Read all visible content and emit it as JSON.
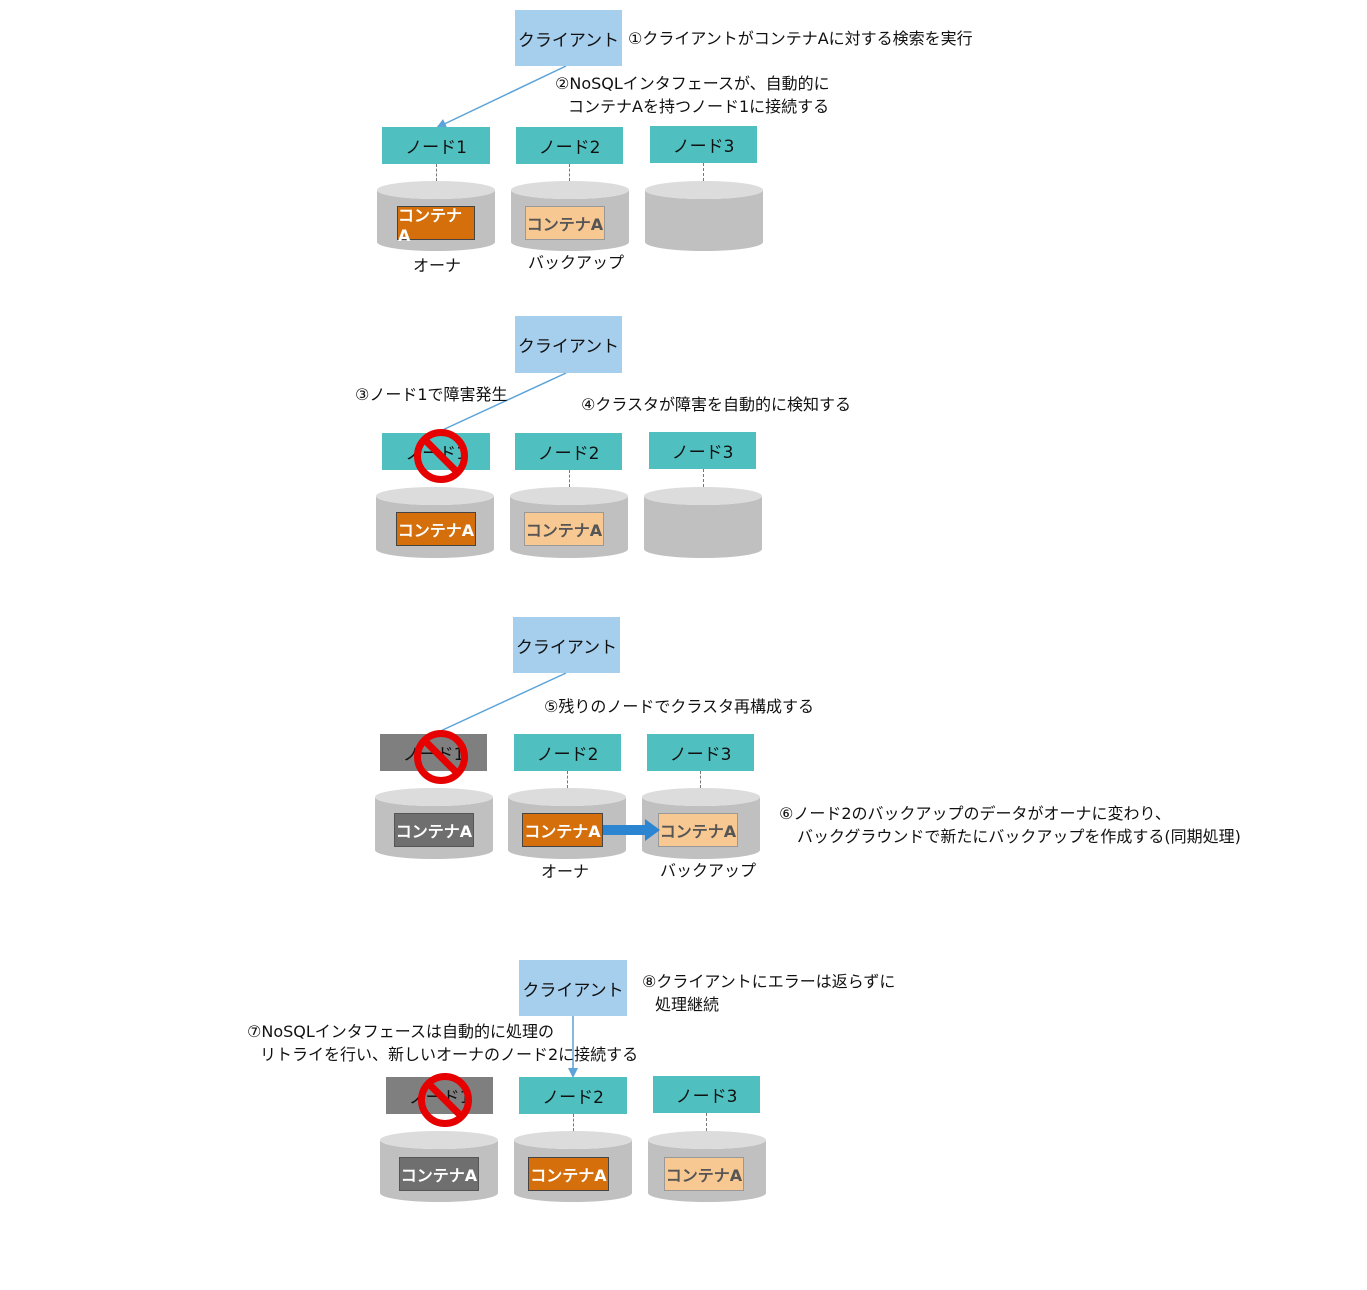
{
  "client_label": "クライアント",
  "node1_label": "ノード1",
  "node2_label": "ノード2",
  "node3_label": "ノード3",
  "container_label": "コンテナA",
  "owner_label": "オーナ",
  "backup_label": "バックアップ",
  "colors": {
    "client": "#a6cfee",
    "node": "#4fbfbf",
    "node_down": "#7f7f7f",
    "owner_container": "#d46f0b",
    "backup_container": "#f8c892",
    "dead_container": "#6f6f6f",
    "disk": "#c0c0c0",
    "connection_line": "#5ba3d9",
    "sync_arrow": "#2b85d0",
    "failure_sign": "#e60000"
  },
  "icons": {
    "failure": "prohibited-sign-icon",
    "sync": "arrow-right-icon"
  },
  "steps": {
    "s1": "①クライアントがコンテナAに対する検索を実行",
    "s2a": "②NoSQLインタフェースが、自動的に",
    "s2b": "コンテナAを持つノード1に接続する",
    "s3": "③ノード1で障害発生",
    "s4": "④クラスタが障害を自動的に検知する",
    "s5": "⑤残りのノードでクラスタ再構成する",
    "s6a": "⑥ノード2のバックアップのデータがオーナに変わり、",
    "s6b": "バックグラウンドで新たにバックアップを作成する(同期処理)",
    "s7a": "⑦NoSQLインタフェースは自動的に処理の",
    "s7b": "リトライを行い、新しいオーナのノード2に接続する",
    "s8a": "⑧クライアントにエラーは返らずに",
    "s8b": "処理継続"
  }
}
